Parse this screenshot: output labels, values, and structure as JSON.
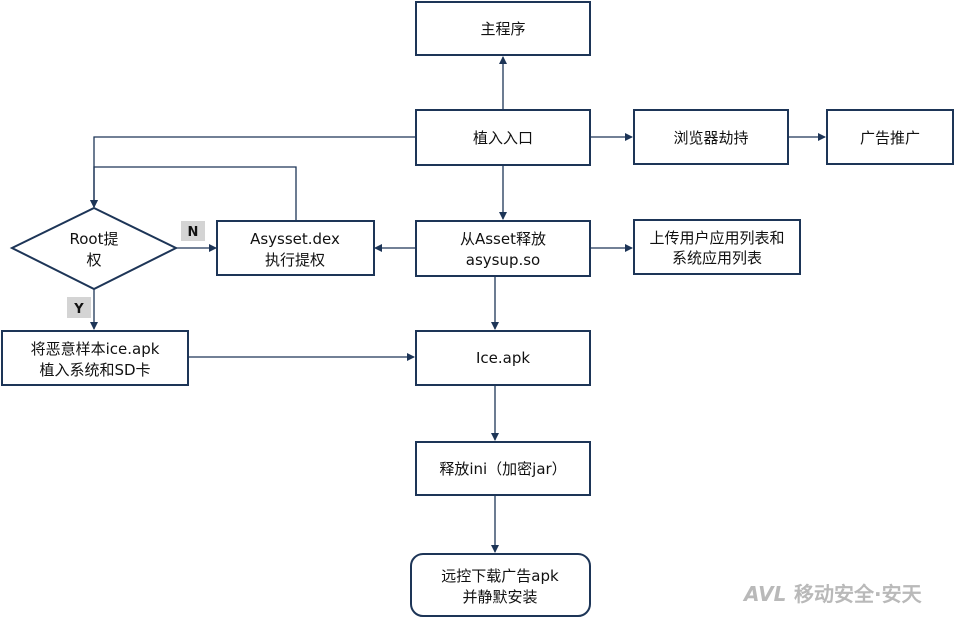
{
  "nodes": {
    "main_program": {
      "lines": [
        "主程序"
      ]
    },
    "implant_entry": {
      "lines": [
        "植入入口"
      ]
    },
    "browser_hijack": {
      "lines": [
        "浏览器劫持"
      ]
    },
    "ad_promotion": {
      "lines": [
        "广告推广"
      ]
    },
    "root_decision": {
      "lines": [
        "Root提",
        "权"
      ]
    },
    "asysset_dex": {
      "lines": [
        "Asysset.dex",
        "执行提权"
      ]
    },
    "release_asysup": {
      "lines": [
        "从Asset释放",
        "asysup.so"
      ]
    },
    "upload_apps": {
      "lines": [
        "上传用户应用列表和",
        "系统应用列表"
      ]
    },
    "implant_ice": {
      "lines": [
        "将恶意样本ice.apk",
        "植入系统和SD卡"
      ]
    },
    "ice_apk": {
      "lines": [
        "Ice.apk"
      ]
    },
    "release_ini": {
      "lines": [
        "释放ini（加密jar）"
      ]
    },
    "remote_download": {
      "lines": [
        "远控下载广告apk",
        "并静默安装"
      ]
    }
  },
  "branch_labels": {
    "no": "N",
    "yes": "Y"
  },
  "watermark": {
    "logo": "AVL",
    "text": "移动安全·安天"
  },
  "colors": {
    "stroke": "#1d3557",
    "tag_fill": "#d4d4d4",
    "watermark": "#b9b9b9"
  }
}
